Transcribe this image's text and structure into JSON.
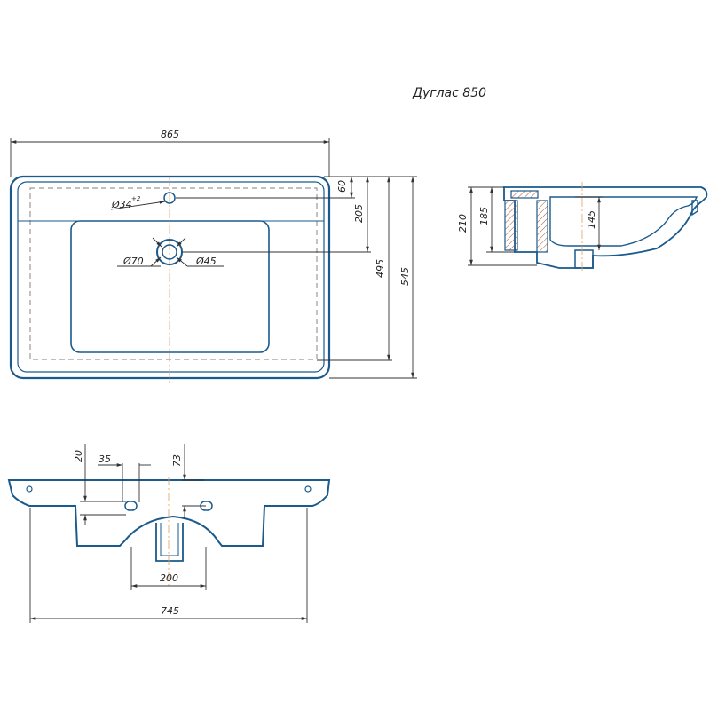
{
  "title": "Дуглас 850",
  "colors": {
    "outline": "#1a5a8c",
    "dimension": "#333333",
    "hidden_line": "#9a9a9a",
    "center_line": "#e0a060",
    "background": "#ffffff"
  },
  "top_view": {
    "width": "865",
    "depth_total": "545",
    "depth_bowl": "495",
    "tap_hole_offset": "60",
    "drain_offset": "205",
    "tap_hole_diameter": "Ø34",
    "tap_hole_tolerance": "+2",
    "drain_diameter": "Ø70",
    "drain_inner_diameter": "Ø45"
  },
  "section_view": {
    "height_total": "210",
    "height_bowl": "185",
    "height_drain": "145"
  },
  "rear_view": {
    "mount_height": "20",
    "mount_spacing": "35",
    "mount_offset": "73",
    "drain_width": "200",
    "base_width": "745"
  }
}
